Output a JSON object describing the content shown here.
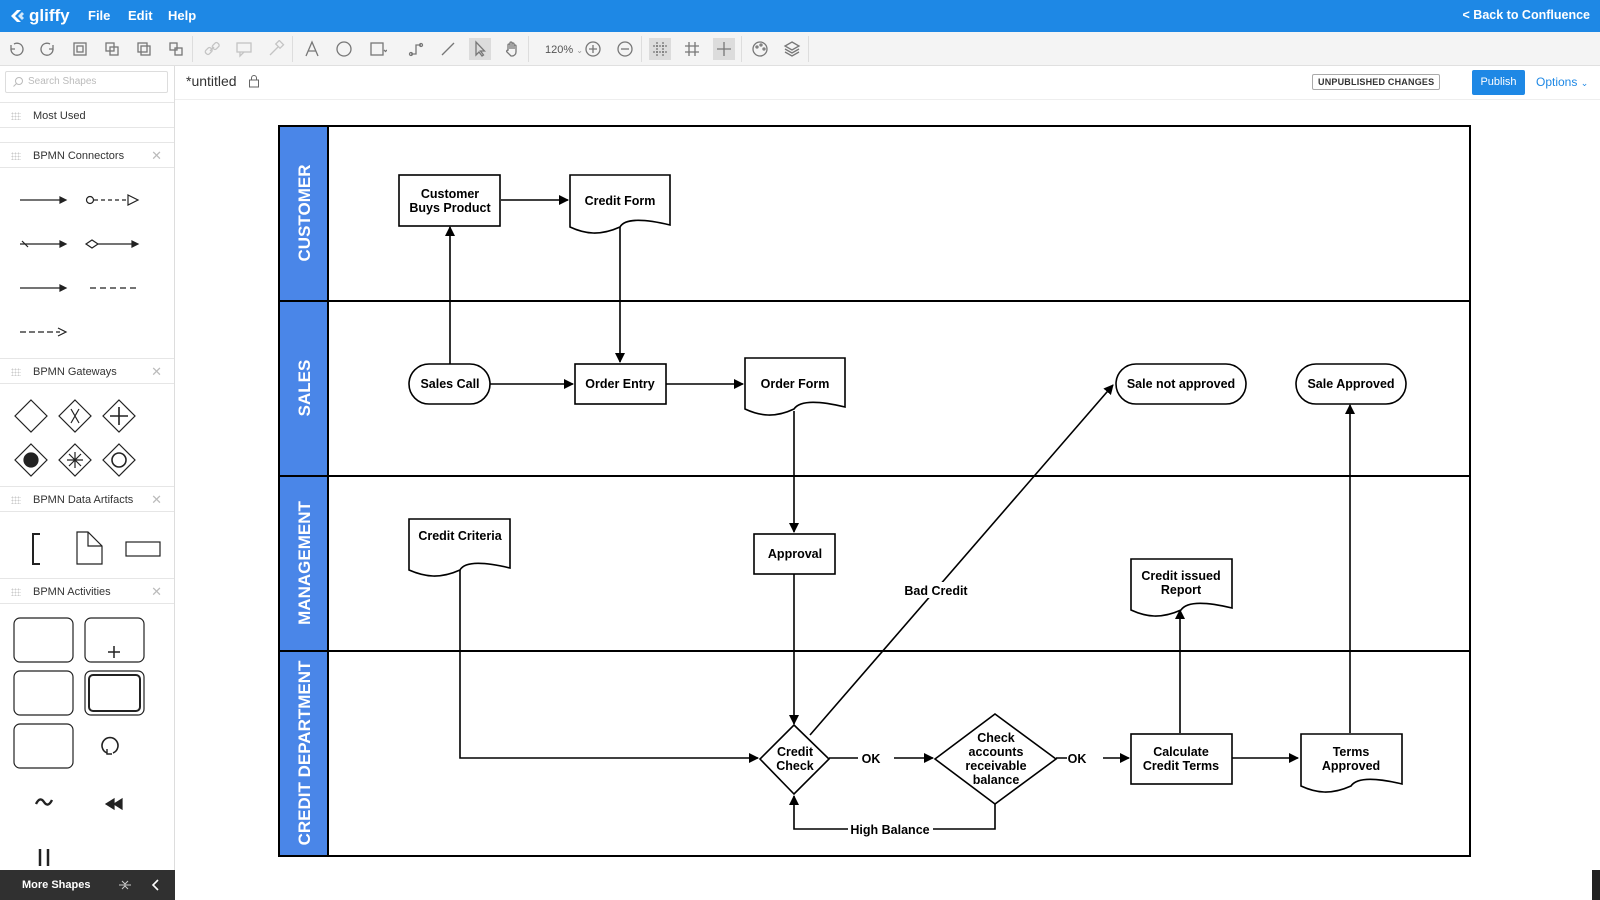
{
  "app": {
    "logo": "gliffy",
    "menu": [
      "File",
      "Edit",
      "Help"
    ],
    "back_link": "< Back to Confluence"
  },
  "toolbar": {
    "zoom": "120%",
    "icons": [
      "undo-icon",
      "redo-icon",
      "group-icon",
      "ungroup-icon",
      "bring-front-icon",
      "send-back-icon",
      "link-icon",
      "comment-icon",
      "format-painter-icon",
      "text-tool-icon",
      "ellipse-tool-icon",
      "rectangle-tool-icon",
      "connector-tool-icon",
      "line-tool-icon",
      "pointer-tool-icon",
      "pan-tool-icon",
      "zoom-in-icon",
      "zoom-out-icon",
      "snap-grid-icon",
      "grid-icon",
      "guides-icon",
      "theme-icon",
      "layers-icon"
    ]
  },
  "sidebar": {
    "search_placeholder": "Search Shapes",
    "sections": [
      {
        "label": "Most Used",
        "closable": false
      },
      {
        "label": "BPMN Connectors",
        "closable": true
      },
      {
        "label": "BPMN Gateways",
        "closable": true
      },
      {
        "label": "BPMN Data Artifacts",
        "closable": true
      },
      {
        "label": "BPMN Activities",
        "closable": true
      }
    ],
    "more_shapes": "More Shapes"
  },
  "document": {
    "title": "*untitled",
    "status": "UNPUBLISHED CHANGES",
    "publish": "Publish",
    "options": "Options"
  },
  "diagram": {
    "lanes": [
      "CUSTOMER",
      "SALES",
      "MANAGEMENT",
      "CREDIT DEPARTMENT"
    ],
    "lane_color": "#4a86e8",
    "nodes": {
      "customer_buys": [
        "Customer",
        "Buys Product"
      ],
      "credit_form": [
        "Credit Form"
      ],
      "sales_call": [
        "Sales Call"
      ],
      "order_entry": [
        "Order Entry"
      ],
      "order_form": [
        "Order Form"
      ],
      "sale_not_approved": [
        "Sale not approved"
      ],
      "sale_approved": [
        "Sale Approved"
      ],
      "credit_criteria": [
        "Credit Criteria"
      ],
      "approval": [
        "Approval"
      ],
      "credit_issued": [
        "Credit issued",
        "Report"
      ],
      "credit_check": [
        "Credit",
        "Check"
      ],
      "check_accounts": [
        "Check",
        "accounts",
        "receivable",
        "balance"
      ],
      "calc_terms": [
        "Calculate",
        "Credit Terms"
      ],
      "terms_approved": [
        "Terms",
        "Approved"
      ]
    },
    "edge_labels": {
      "bad_credit": "Bad Credit",
      "ok1": "OK",
      "ok2": "OK",
      "high_balance": "High Balance"
    }
  }
}
